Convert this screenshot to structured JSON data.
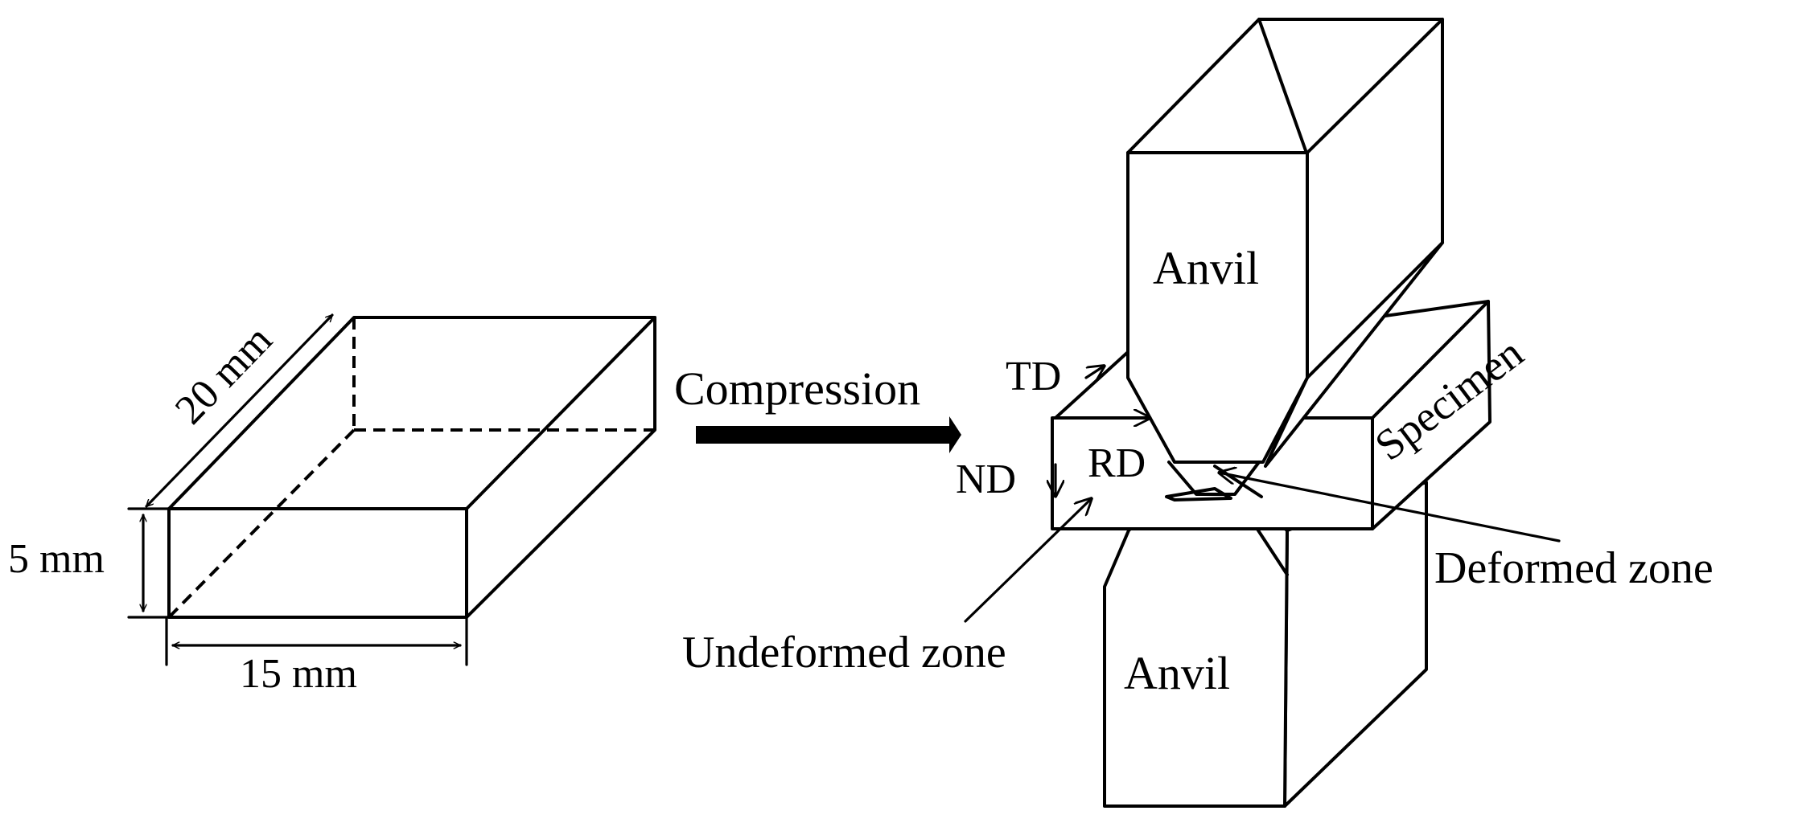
{
  "specimen_block": {
    "length_label": "20 mm",
    "height_label": "5 mm",
    "width_label": "15 mm"
  },
  "process": {
    "arrow_label": "Compression"
  },
  "setup": {
    "upper_anvil_label": "Anvil",
    "lower_anvil_label": "Anvil",
    "specimen_label": "Specimen",
    "deformed_zone_label": "Deformed zone",
    "undeformed_zone_label": "Undeformed zone",
    "axes": {
      "td": "TD",
      "nd": "ND",
      "rd": "RD"
    }
  }
}
